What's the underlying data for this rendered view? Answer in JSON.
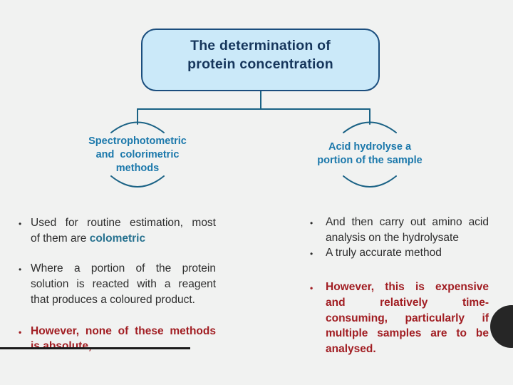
{
  "colors": {
    "background": "#f1f2f1",
    "title_fill": "#cbe9f9",
    "title_border": "#1b4e7e",
    "title_text": "#16365c",
    "connector_stroke": "#1a6285",
    "node_text": "#1b78ab",
    "body_text": "#2d2d2d",
    "emphasis_red": "#a11d22",
    "highlight_teal": "#26718f",
    "circle_fill": "#262626",
    "strike_line": "#1b1b1b"
  },
  "title": {
    "line1": "The determination of",
    "line2": "protein concentration"
  },
  "nodes": {
    "left": {
      "line1": "Spectrophotometric",
      "line2": "and  colorimetric",
      "line3": "methods"
    },
    "right": {
      "line1": "Acid hydrolyse a",
      "line2": "portion of the sample"
    }
  },
  "left_column": {
    "bullet1": {
      "marker": "•",
      "line1": "Used for routine estimation, most",
      "line2_prefix": "of them are ",
      "line2_highlight": "colometric"
    },
    "bullet2": {
      "marker": "•",
      "line1": "Where a portion of the protein",
      "line2": "solution is reacted with a reagent",
      "line3": "that produces a coloured product."
    },
    "bullet3": {
      "marker": "•",
      "line1": "However, none of these methods",
      "line2": "is absolute,"
    }
  },
  "right_column": {
    "bullet1": {
      "marker": "•",
      "line1": "And then carry out amino acid",
      "line2": "analysis on the hydrolysate"
    },
    "bullet2": {
      "marker": "•",
      "line1": "A truly accurate method"
    },
    "bullet3": {
      "marker": "•",
      "line1": "However, this is expensive",
      "line2": "and relatively time-",
      "line3": "consuming, particularly if",
      "line4": "multiple samples are to be",
      "line5": "analysed."
    }
  }
}
